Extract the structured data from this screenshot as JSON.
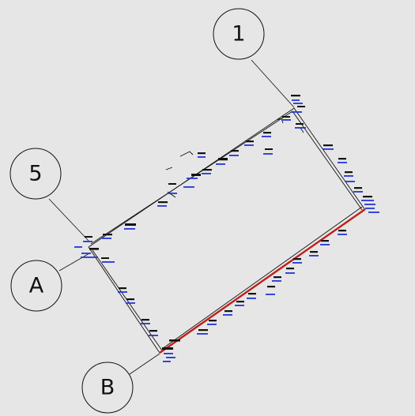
{
  "grid_bubbles": [
    {
      "id": "1",
      "label": "1"
    },
    {
      "id": "5",
      "label": "5"
    },
    {
      "id": "A",
      "label": "A"
    },
    {
      "id": "B",
      "label": "B"
    }
  ],
  "colors": {
    "background": "#e6e6e6",
    "linework": "#111111",
    "highlight_wall": "#c0201a",
    "annotation_blue": "#2236d8"
  }
}
